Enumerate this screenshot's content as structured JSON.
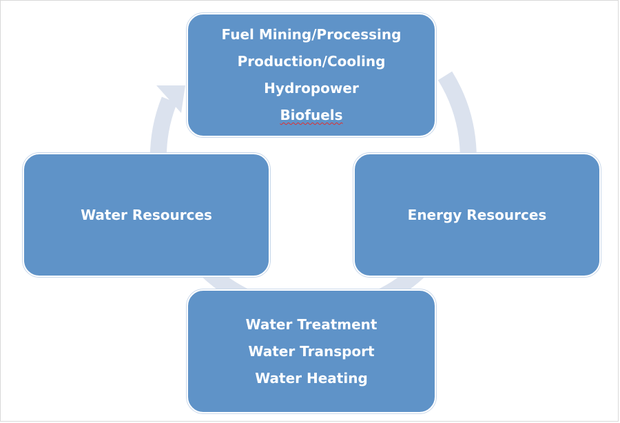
{
  "diagram": {
    "top_node": {
      "lines": [
        "Fuel Mining/Processing",
        "Production/Cooling",
        "Hydropower",
        "Biofuels"
      ]
    },
    "right_node": {
      "label": "Energy Resources"
    },
    "bottom_node": {
      "lines": [
        "Water Treatment",
        "Water Transport",
        "Water Heating"
      ]
    },
    "left_node": {
      "label": "Water Resources"
    },
    "colors": {
      "node_fill": "#5f93c8",
      "cycle_arrow": "#dbe2ee",
      "text": "#ffffff",
      "spellcheck_underline": "#e03030"
    }
  }
}
